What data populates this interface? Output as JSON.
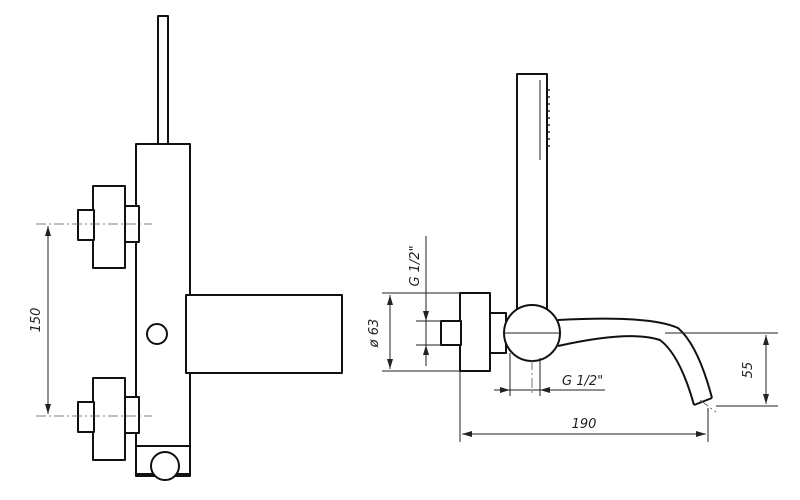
{
  "drawing": {
    "dimensions": {
      "inlet_spacing": "150",
      "thread_left": "G 1/2\"",
      "body_diameter": "ø 63",
      "thread_bottom": "G 1/2\"",
      "spout_height": "55",
      "projection": "190"
    }
  }
}
